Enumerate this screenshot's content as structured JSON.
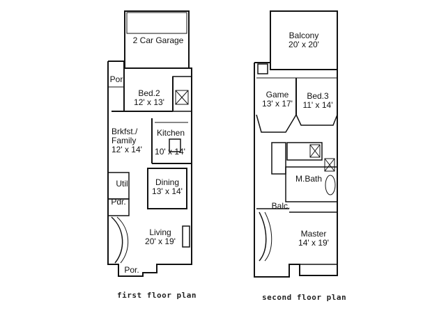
{
  "first_floor": {
    "caption": "first floor plan",
    "rooms": {
      "garage": {
        "name": "2 Car Garage",
        "size": ""
      },
      "porch_top": {
        "name": "Por",
        "size": ""
      },
      "bed2": {
        "name": "Bed.2",
        "size": "12' x 13'"
      },
      "breakfast": {
        "name": "Brkfst./",
        "name2": "Family",
        "size": "12' x 14'"
      },
      "kitchen": {
        "name": "Kitchen",
        "size": "10' x 14'"
      },
      "dining": {
        "name": "Dining",
        "size": "13' x 14'"
      },
      "util": {
        "name": "Util",
        "size": ""
      },
      "powder": {
        "name": "Pdr.",
        "size": ""
      },
      "living": {
        "name": "Living",
        "size": "20' x 19'"
      },
      "porch_bottom": {
        "name": "Por.",
        "size": ""
      }
    }
  },
  "second_floor": {
    "caption": "second floor plan",
    "rooms": {
      "balcony": {
        "name": "Balcony",
        "size": "20' x 20'"
      },
      "game": {
        "name": "Game",
        "size": "13' x 17'"
      },
      "bed3": {
        "name": "Bed.3",
        "size": "11' x 14'"
      },
      "master_bath": {
        "name": "M.Bath",
        "size": ""
      },
      "balc": {
        "name": "Balc.",
        "size": ""
      },
      "master": {
        "name": "Master",
        "size": "14' x 19'"
      }
    }
  },
  "colors": {
    "line": "#111111",
    "background": "#ffffff",
    "hatch": "#444444"
  },
  "icons": [
    "staircase-icon",
    "fixture-icon"
  ]
}
